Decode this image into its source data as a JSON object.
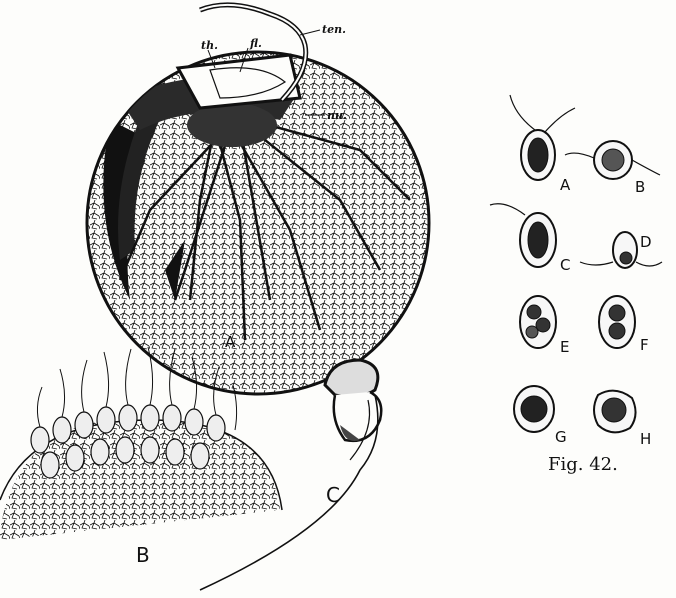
{
  "figure_left": {
    "annotations": {
      "tentacle": "ten.",
      "teeth": "th.",
      "flagellum": "fl.",
      "nucleus": "nu."
    },
    "panels": {
      "whole_cell": "A",
      "surface_detail": "B",
      "flagellate": "C"
    }
  },
  "figure_right": {
    "cells": [
      "A",
      "B",
      "C",
      "D",
      "E",
      "F",
      "G",
      "H"
    ],
    "caption": "Fig. 42."
  }
}
